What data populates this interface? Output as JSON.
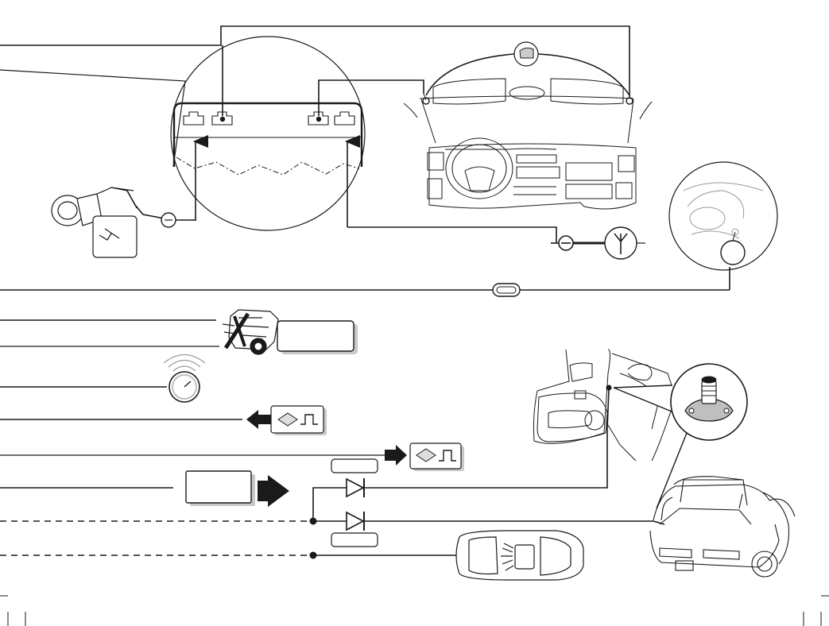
{
  "diagram": {
    "description_text": [],
    "colors": {
      "line": "#1a1a1a",
      "light_gray": "#bfbfbf",
      "box_shadow": "#c8c8c8",
      "background": "#ffffff"
    },
    "icons": [
      "wire-lead-icon",
      "windshield-sensor-icon",
      "car-dashboard-illustration",
      "steering-column-detail",
      "siren-icon",
      "antenna-icon",
      "engine-crossed-icon",
      "status-led-icon",
      "push-button-pulse-icon",
      "diode-icon",
      "door-switch-illustration",
      "pin-switch-detail",
      "trunk-illustration",
      "car-top-view-illustration"
    ]
  }
}
